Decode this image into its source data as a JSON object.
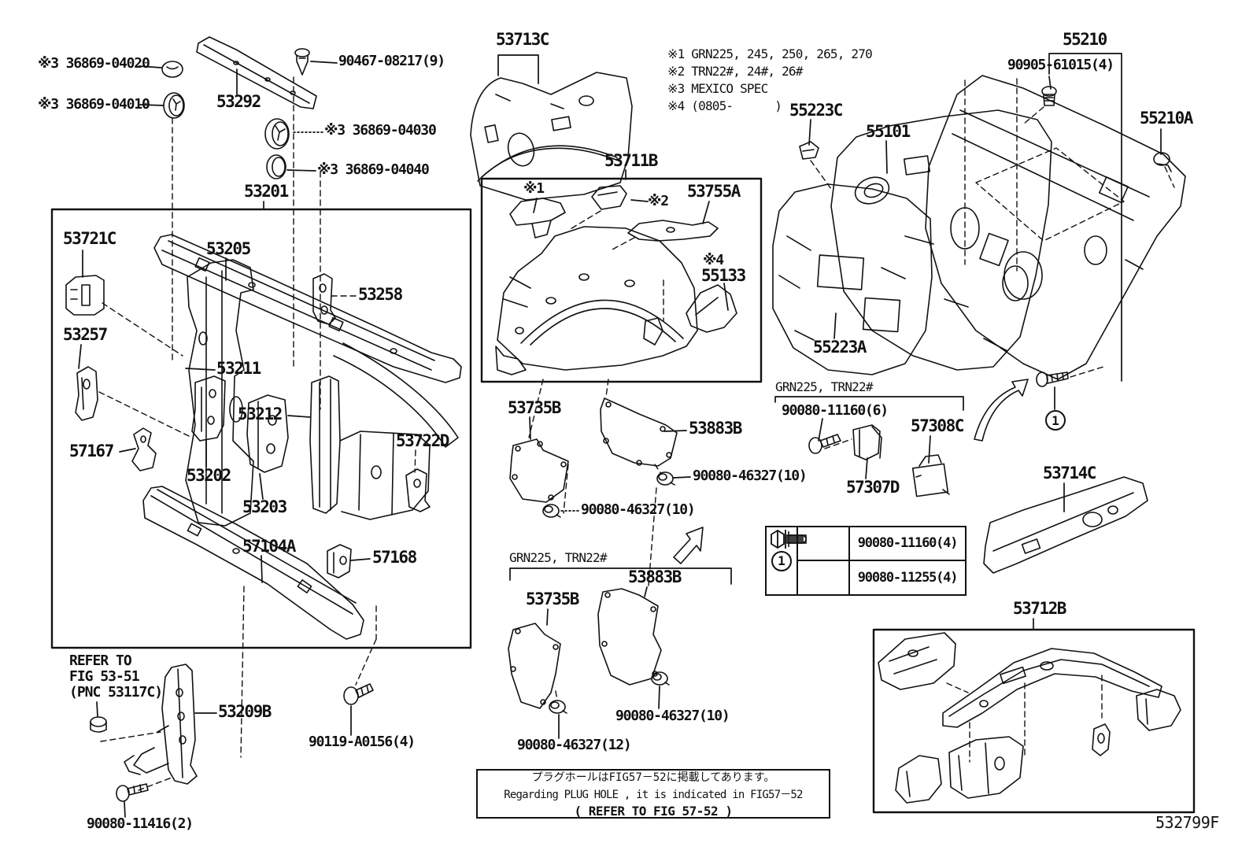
{
  "colors": {
    "ink": "#111111",
    "paper": "#ffffff"
  },
  "labels": [
    {
      "t": "※3 36869-04020"
    },
    {
      "t": "※3 36869-04010"
    },
    {
      "t": "53292"
    },
    {
      "t": "90467-08217(9)"
    },
    {
      "t": "※3 36869-04030"
    },
    {
      "t": "※3 36869-04040"
    },
    {
      "t": "53201"
    },
    {
      "t": "53713C"
    },
    {
      "t": "※1 GRN225, 245, 250, 265, 270"
    },
    {
      "t": "※2 TRN22#, 24#, 26#"
    },
    {
      "t": "※3 MEXICO SPEC"
    },
    {
      "t": "※4 (0805-      )"
    },
    {
      "t": "55223C"
    },
    {
      "t": "55101"
    },
    {
      "t": "90905-61015(4)"
    },
    {
      "t": "55210"
    },
    {
      "t": "55210A"
    },
    {
      "t": "53711B"
    },
    {
      "t": "※1"
    },
    {
      "t": "※2"
    },
    {
      "t": "53755A"
    },
    {
      "t": "※4"
    },
    {
      "t": "55133"
    },
    {
      "t": "55223A"
    },
    {
      "t": "53721C"
    },
    {
      "t": "53205"
    },
    {
      "t": "53258"
    },
    {
      "t": "53257"
    },
    {
      "t": "53211"
    },
    {
      "t": "53212"
    },
    {
      "t": "53722D"
    },
    {
      "t": "57167"
    },
    {
      "t": "53202"
    },
    {
      "t": "53203"
    },
    {
      "t": "57104A"
    },
    {
      "t": "57168"
    },
    {
      "t": "GRN225, TRN22#"
    },
    {
      "t": "90080-11160(6)"
    },
    {
      "t": "57308C"
    },
    {
      "t": "57307D"
    },
    {
      "t": "53735B"
    },
    {
      "t": "53883B"
    },
    {
      "t": "90080-46327(10)"
    },
    {
      "t": "90080-46327(10)"
    },
    {
      "t": "53714C"
    },
    {
      "t": "GRN225, TRN22#"
    },
    {
      "t": "53883B"
    },
    {
      "t": "53735B"
    },
    {
      "t": "90080-46327(10)"
    },
    {
      "t": "90080-46327(12)"
    },
    {
      "t": "REFER TO"
    },
    {
      "t": "FIG 53-51"
    },
    {
      "t": "(PNC 53117C)"
    },
    {
      "t": "53209B"
    },
    {
      "t": "90119-A0156(4)"
    },
    {
      "t": "90080-11416(2)"
    },
    {
      "t": "53712B"
    },
    {
      "t": "532799F"
    }
  ],
  "markers": {
    "circle_ref": "1"
  },
  "fastener_table": {
    "rows": [
      {
        "part_no": "90080-11160(4)"
      },
      {
        "part_no": "90080-11255(4)"
      }
    ]
  },
  "plug_hole_note": {
    "jp": "プラグホールはFIG57－52に掲載してあります。",
    "en": "Regarding PLUG HOLE , it is indicated in FIG57－52",
    "refer": "(  REFER TO FIG 57-52  )"
  }
}
